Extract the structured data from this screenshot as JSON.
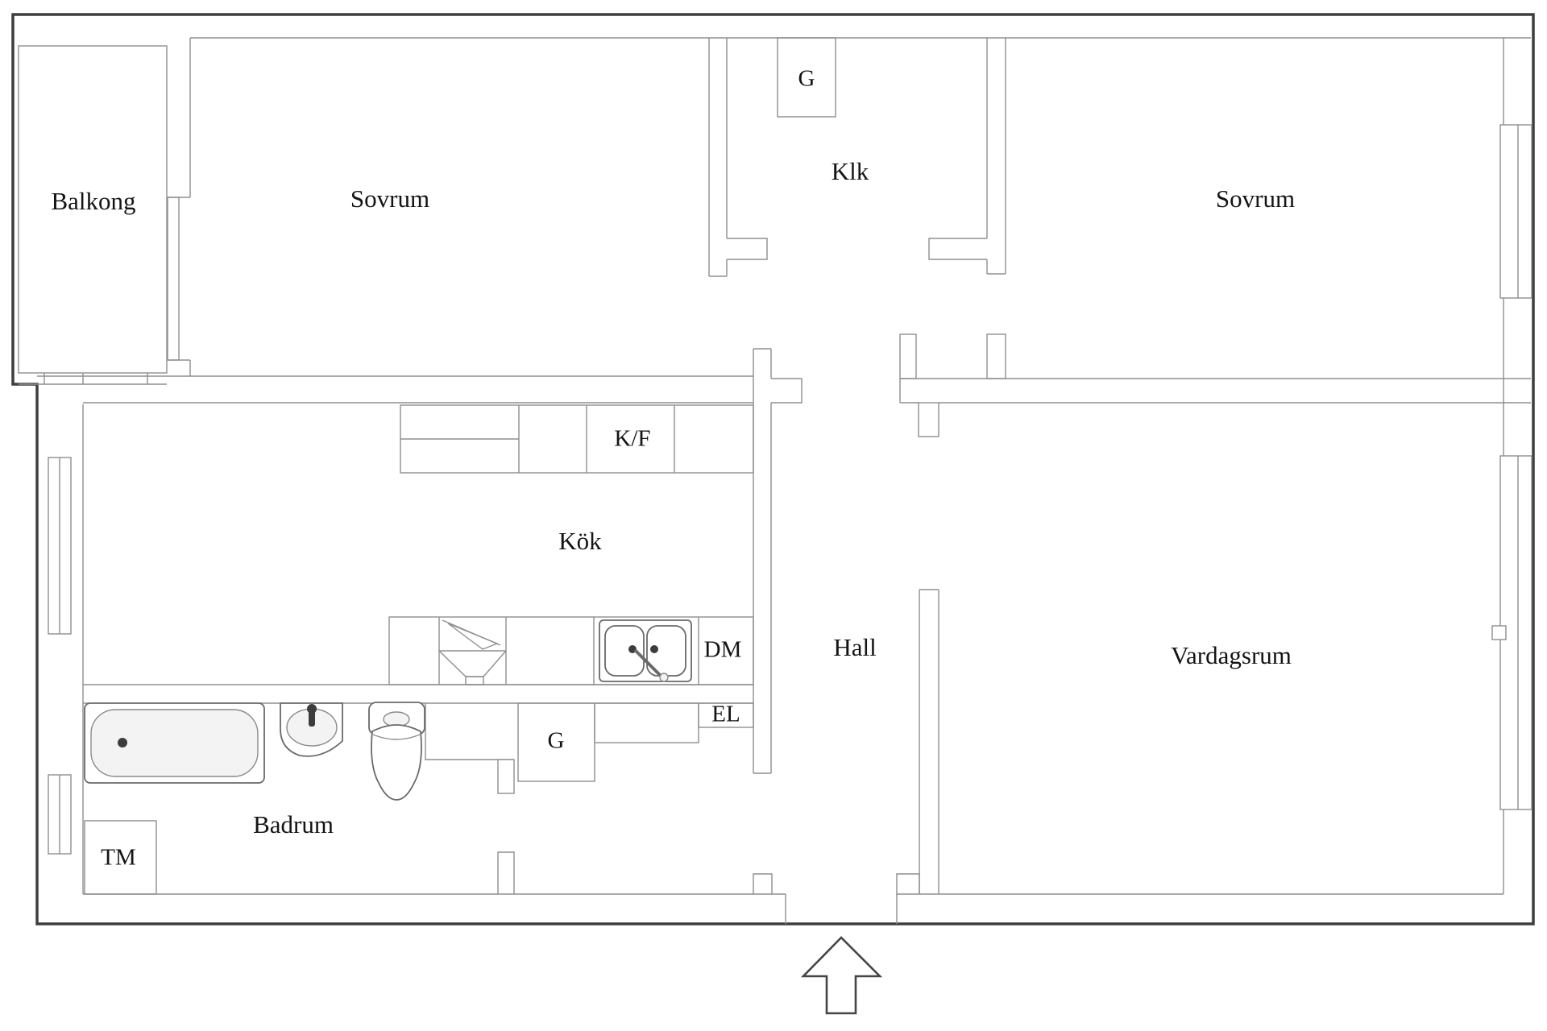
{
  "plan": {
    "title": "apartment-floor-plan",
    "rooms": {
      "balcony": {
        "label": "Balkong"
      },
      "bedroom_left": {
        "label": "Sovrum"
      },
      "closet_hall": {
        "label": "Klk"
      },
      "bedroom_right": {
        "label": "Sovrum"
      },
      "kitchen": {
        "label": "Kök"
      },
      "hall": {
        "label": "Hall"
      },
      "livingroom": {
        "label": "Vardagsrum"
      },
      "bathroom": {
        "label": "Badrum"
      }
    },
    "fixtures": {
      "wardrobe_top": {
        "label": "G"
      },
      "fridge_freezer": {
        "label": "K/F"
      },
      "dishwasher": {
        "label": "DM"
      },
      "electrical": {
        "label": "EL"
      },
      "wardrobe_bath": {
        "label": "G"
      },
      "washing_machine": {
        "label": "TM"
      }
    },
    "icons": [
      "bathtub-icon",
      "washbasin-icon",
      "toilet-icon",
      "kitchen-sink-icon",
      "stove-hood-icon",
      "entrance-arrow-icon",
      "window-icon",
      "balcony-door-icon"
    ],
    "colors": {
      "background": "#ffffff",
      "outer_wall": "#3e3e3e",
      "inner_wall": "#8f8f8f",
      "text": "#141414"
    }
  }
}
